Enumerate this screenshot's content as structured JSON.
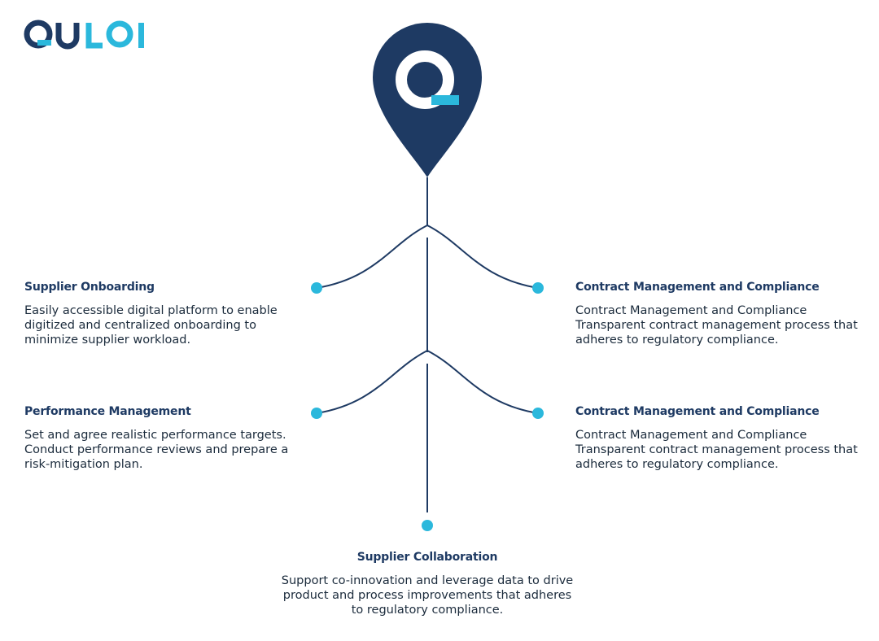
{
  "brand": {
    "name": "QULOI",
    "navy": "#1e3a63",
    "cyan": "#2bb8dc"
  },
  "pin": {
    "icon": "location-pin-icon",
    "emblem": "q-logo-icon"
  },
  "blocks": {
    "supplier_onboarding": {
      "title": "Supplier Onboarding",
      "desc": "Easily accessible digital platform to enable digitized and centralized onboarding to minimize supplier workload."
    },
    "performance_management": {
      "title": "Performance Management",
      "desc": "Set and agree realistic performance targets. Conduct performance reviews and prepare a risk-mitigation plan."
    },
    "contract_management_1": {
      "title": "Contract Management and Compliance",
      "desc": "Contract Management and Compliance Transparent contract management process that adheres to regulatory compliance."
    },
    "contract_management_2": {
      "title": "Contract Management and Compliance",
      "desc": "Contract Management and Compliance Transparent contract management process that adheres to regulatory compliance."
    },
    "supplier_collaboration": {
      "title": "Supplier Collaboration",
      "desc": "Support co-innovation and leverage data to drive product and process improvements that adheres to regulatory compliance."
    }
  }
}
